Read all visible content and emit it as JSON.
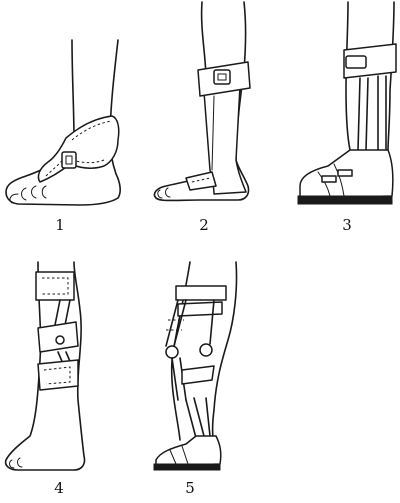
{
  "figure": {
    "panels": [
      {
        "label": "1",
        "icon": "ankle-strap-orthosis"
      },
      {
        "label": "2",
        "icon": "ankle-foot-orthosis-strap"
      },
      {
        "label": "3",
        "icon": "ankle-foot-orthosis-shoe"
      },
      {
        "label": "4",
        "icon": "knee-orthosis"
      },
      {
        "label": "5",
        "icon": "knee-ankle-foot-orthosis"
      }
    ],
    "colors": {
      "line": "#1a1a1a",
      "background": "#ffffff"
    }
  }
}
